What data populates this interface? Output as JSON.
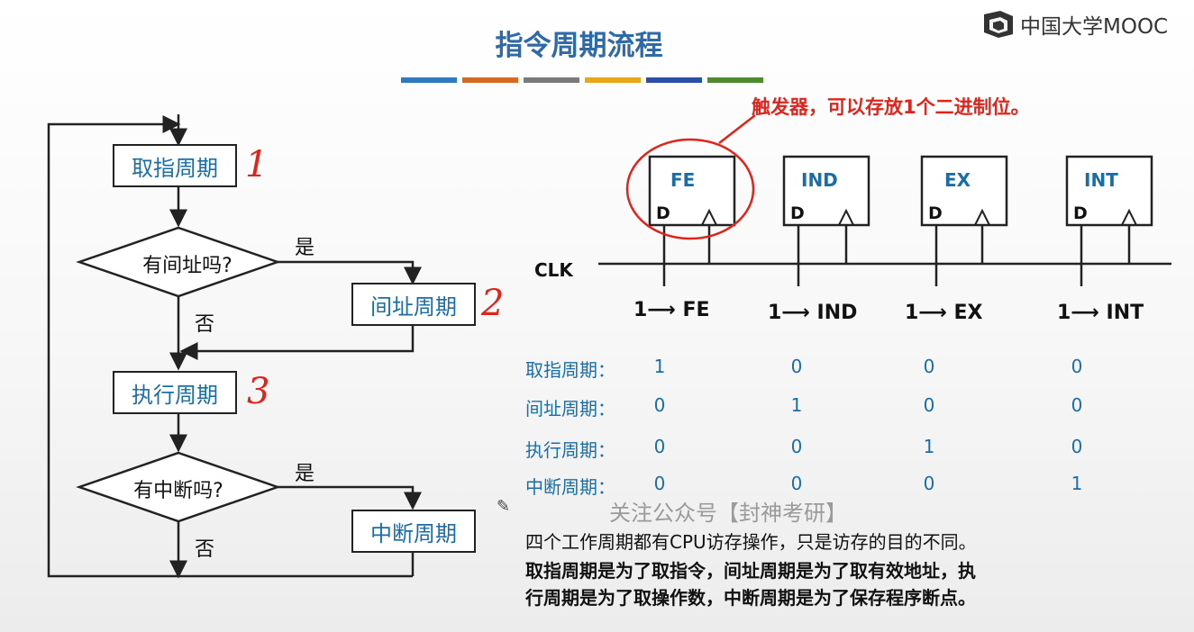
{
  "brand": {
    "logo_text": "中国大学MOOC"
  },
  "title": "指令周期流程",
  "accent_colors": [
    "#2f79c1",
    "#d66a23",
    "#7a7a7a",
    "#e6a817",
    "#2b4fa6",
    "#4e8a2e"
  ],
  "flowchart": {
    "fetch": "取指周期",
    "decision_indirect": "有间址吗?",
    "indirect": "间址周期",
    "execute": "执行周期",
    "decision_interrupt": "有中断吗?",
    "interrupt": "中断周期",
    "yes": "是",
    "no": "否",
    "marks": [
      "1",
      "2",
      "3"
    ]
  },
  "annotation": "触发器，可以存放1个二进制位。",
  "flipflops": {
    "d_label": "D",
    "clk_label": "CLK",
    "items": [
      {
        "name": "FE",
        "assign": "1⟶ FE"
      },
      {
        "name": "IND",
        "assign": "1⟶ IND"
      },
      {
        "name": "EX",
        "assign": "1⟶ EX"
      },
      {
        "name": "INT",
        "assign": "1⟶ INT"
      }
    ]
  },
  "state_table": {
    "rows": [
      {
        "label": "取指周期：",
        "values": [
          "1",
          "0",
          "0",
          "0"
        ]
      },
      {
        "label": "间址周期：",
        "values": [
          "0",
          "1",
          "0",
          "0"
        ]
      },
      {
        "label": "执行周期：",
        "values": [
          "0",
          "0",
          "1",
          "0"
        ]
      },
      {
        "label": "中断周期：",
        "values": [
          "0",
          "0",
          "0",
          "1"
        ]
      }
    ]
  },
  "watermark": "关注公众号【封神考研】",
  "explanation": {
    "line1": "四个工作周期都有CPU访存操作，只是访存的目的不同。",
    "line2": "取指周期是为了取指令，间址周期是为了取有效地址，执",
    "line3": "行周期是为了取操作数，中断周期是为了保存程序断点。"
  }
}
